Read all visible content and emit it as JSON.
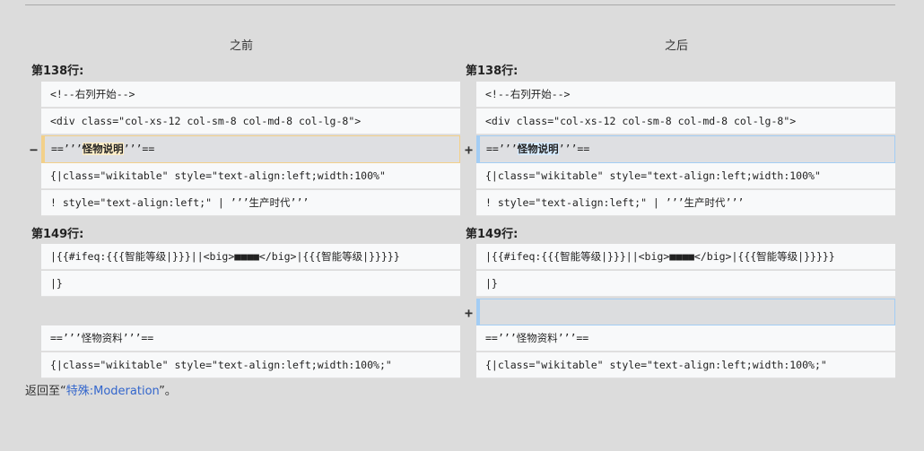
{
  "headers": {
    "before": "之前",
    "after": "之后"
  },
  "markers": {
    "minus": "−",
    "plus": "+"
  },
  "sections": [
    {
      "label": "第138行:",
      "before": {
        "l1": "<!--右列开始-->",
        "l2": "<div class=\"col-xs-12 col-sm-8 col-md-8 col-lg-8\">",
        "l3_pre": "==’’’",
        "l3_hl": "怪物说明",
        "l3_post": "’’’==",
        "l4": "{|class=\"wikitable\" style=\"text-align:left;width:100%\"",
        "l5": "! style=\"text-align:left;\" | ’’’生产时代’’’"
      },
      "after": {
        "l1": "<!--右列开始-->",
        "l2": "<div class=\"col-xs-12 col-sm-8 col-md-8 col-lg-8\">",
        "l3_pre": "==’’’",
        "l3_hl": "怪物说明",
        "l3_post": "’’’==",
        "l4": "{|class=\"wikitable\" style=\"text-align:left;width:100%\"",
        "l5": "! style=\"text-align:left;\" | ’’’生产时代’’’"
      }
    },
    {
      "label": "第149行:",
      "before": {
        "l1": "|{{#ifeq:{{{智能等级|}}}||<big>■■■■</big>|{{{智能等级|}}}}}",
        "l2": "|}",
        "l4": "==’’’怪物资料’’’==",
        "l5": "{|class=\"wikitable\" style=\"text-align:left;width:100%;\""
      },
      "after": {
        "l1": "|{{#ifeq:{{{智能等级|}}}||<big>■■■■</big>|{{{智能等级|}}}}}",
        "l2": "|}",
        "l3": "",
        "l4": "==’’’怪物资料’’’==",
        "l5": "{|class=\"wikitable\" style=\"text-align:left;width:100%;\""
      }
    }
  ],
  "footer": {
    "prefix": "返回至“",
    "link": "特殊:Moderation",
    "suffix": "”。"
  }
}
